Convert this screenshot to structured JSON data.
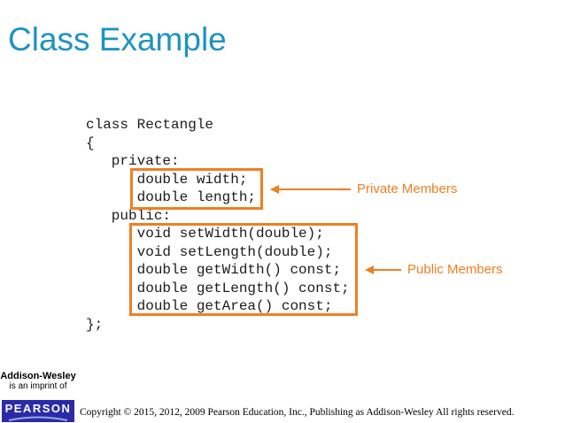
{
  "slide": {
    "title": "Class Example",
    "title_color": "#1E93C3",
    "background": "#ffffff"
  },
  "code": {
    "language": "cpp",
    "lines": [
      "class Rectangle",
      "{",
      "   private:",
      "      double width;",
      "      double length;",
      "   public:",
      "      void setWidth(double);",
      "      void setLength(double);",
      "      double getWidth() const;",
      "      double getLength() const;",
      "      double getArea() const;",
      "};"
    ]
  },
  "annotations": {
    "accent_color": "#EE7F22",
    "private_label": "Private Members",
    "public_label": "Public Members"
  },
  "footer": {
    "imprint_line1": "Addison-Wesley",
    "imprint_line2": "is an imprint of",
    "logo_text": "PEARSON",
    "logo_bg_color": "#2B2BA8",
    "copyright": "Copyright © 2015, 2012, 2009 Pearson Education, Inc., Publishing as Addison-Wesley All rights reserved."
  }
}
